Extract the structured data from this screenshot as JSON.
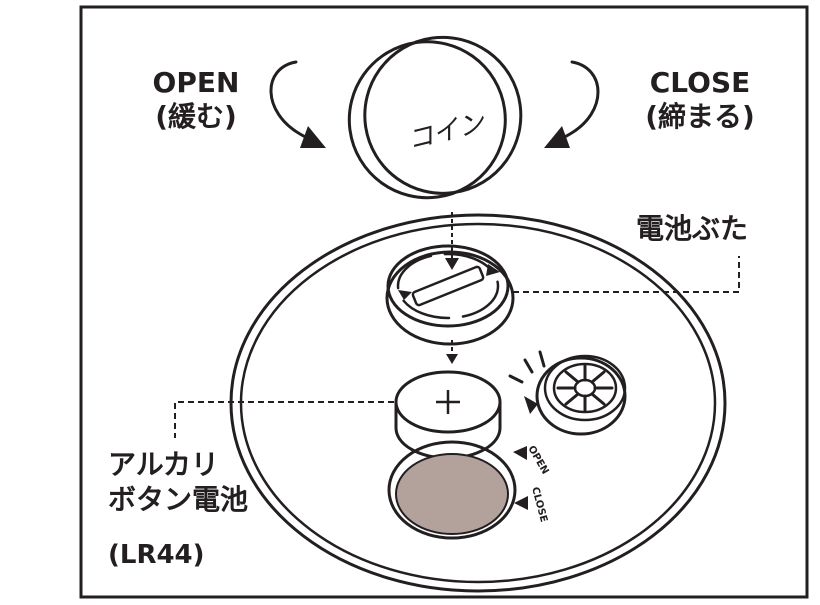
{
  "labels": {
    "open": "OPEN",
    "open_sub": "(緩む)",
    "close": "CLOSE",
    "close_sub": "(締まる)",
    "coin": "コイン",
    "battery_cover": "電池ぶた",
    "battery_line1": "アルカリ",
    "battery_line2": "ボタン電池",
    "battery_model": "(LR44)",
    "marker_open": "OPEN",
    "marker_close": "CLOSE"
  },
  "colors": {
    "ink": "#231f20",
    "compartment": "#b3a29c",
    "background": "#ffffff"
  }
}
